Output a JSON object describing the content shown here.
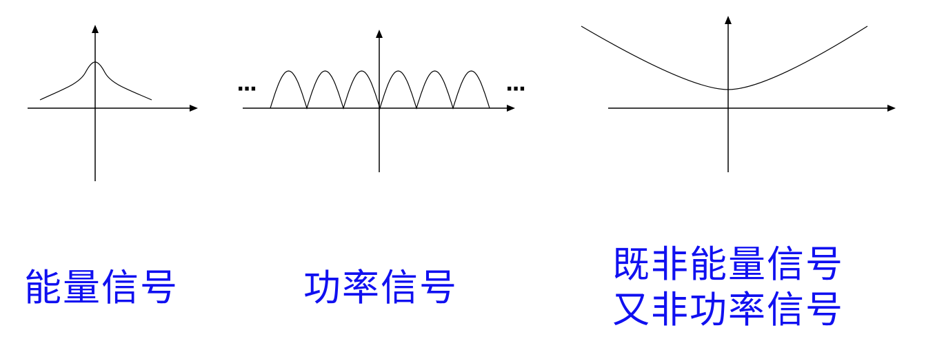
{
  "diagrams": [
    {
      "label": "能量信号"
    },
    {
      "label": "功率信号",
      "ellipsis_left": "···",
      "ellipsis_right": "···"
    },
    {
      "label_line1": "既非能量信号",
      "label_line2": "又非功率信号"
    }
  ],
  "colors": {
    "label": "#1010f0",
    "line": "#000000"
  }
}
